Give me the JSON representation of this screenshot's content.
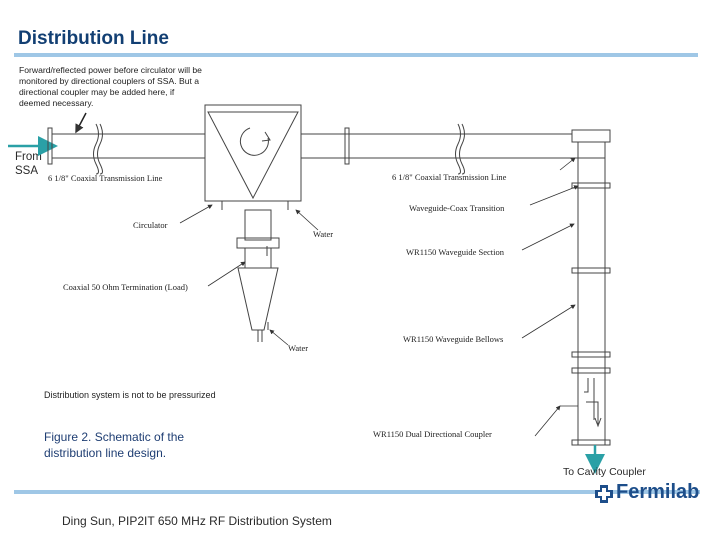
{
  "slide": {
    "title": "Distribution Line",
    "note": "Forward/reflected power before circulator will be monitored by directional couplers of SSA. But a directional coupler may be added here, if deemed necessary.",
    "from_label_line1": "From",
    "from_label_line2": "SSA",
    "pressure_note": "Distribution system is not to be pressurized",
    "caption_line1": "Figure 2. Schematic of the",
    "caption_line2": "distribution line design.",
    "to_label": "To Cavity Coupler",
    "footer": "Ding Sun, PIP2IT 650 MHz RF Distribution System",
    "logo_text": "Fermilab"
  },
  "diagram": {
    "coax_left": "6 1/8\" Coaxial Transmission Line",
    "coax_right": "6 1/8\" Coaxial Transmission Line",
    "waveguide_coax": "Waveguide-Coax Transition",
    "waveguide_section": "WR1150 Waveguide Section",
    "bellows": "WR1150 Waveguide Bellows",
    "coupler": "WR1150 Dual Directional Coupler",
    "circulator": "Circulator",
    "water1": "Water",
    "load": "Coaxial 50 Ohm Termination (Load)",
    "water2": "Water"
  },
  "colors": {
    "title": "#123f73",
    "accent_rule": "#9fc7e6",
    "arrow": "#2aa0a6",
    "logo": "#1d4e8a"
  }
}
